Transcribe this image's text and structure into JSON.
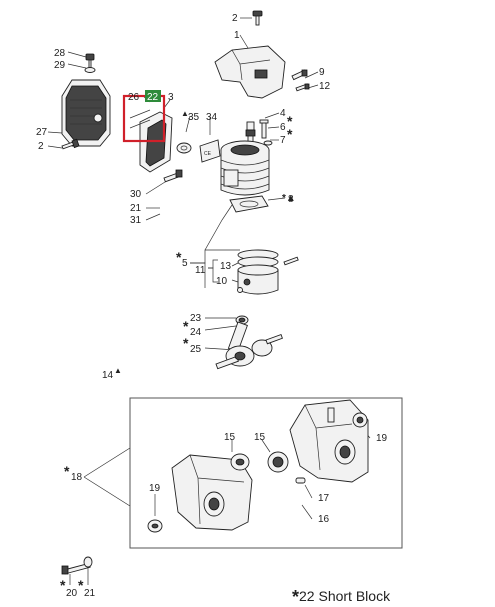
{
  "labels": [
    {
      "text": "2",
      "mark": "",
      "id": "c2-top"
    },
    {
      "text": "1",
      "mark": "",
      "id": "c1"
    },
    {
      "text": "28",
      "mark": "",
      "id": "c28"
    },
    {
      "text": "29",
      "mark": "",
      "id": "c29"
    },
    {
      "text": "9",
      "mark": "",
      "id": "c9"
    },
    {
      "text": "12",
      "mark": "",
      "id": "c12"
    },
    {
      "text": "26",
      "mark": "",
      "id": "c26"
    },
    {
      "text": "22",
      "mark": "",
      "id": "c22"
    },
    {
      "text": "3",
      "mark": "",
      "id": "c3"
    },
    {
      "text": "35",
      "mark": "▲",
      "id": "c35"
    },
    {
      "text": "34",
      "mark": "",
      "id": "c34"
    },
    {
      "text": "4",
      "mark": "",
      "id": "c4"
    },
    {
      "text": "6",
      "mark": "*",
      "id": "c6"
    },
    {
      "text": "7",
      "mark": "*",
      "id": "c7"
    },
    {
      "text": "27",
      "mark": "",
      "id": "c27"
    },
    {
      "text": "2",
      "mark": "",
      "id": "c2-left"
    },
    {
      "text": "8",
      "mark": "*▲",
      "id": "c8"
    },
    {
      "text": "30",
      "mark": "",
      "id": "c30"
    },
    {
      "text": "21",
      "mark": "",
      "id": "c21"
    },
    {
      "text": "31",
      "mark": "",
      "id": "c31"
    },
    {
      "text": "5",
      "mark": "*",
      "id": "c5"
    },
    {
      "text": "13",
      "mark": "",
      "id": "c13"
    },
    {
      "text": "11",
      "mark": "",
      "id": "c11"
    },
    {
      "text": "10",
      "mark": "",
      "id": "c10"
    },
    {
      "text": "23",
      "mark": "",
      "id": "c23"
    },
    {
      "text": "24",
      "mark": "*",
      "id": "c24"
    },
    {
      "text": "25",
      "mark": "*",
      "id": "c25"
    },
    {
      "text": "14",
      "mark": "▲",
      "id": "c14"
    },
    {
      "text": "15",
      "mark": "",
      "id": "c15a"
    },
    {
      "text": "15",
      "mark": "",
      "id": "c15b"
    },
    {
      "text": "19",
      "mark": "",
      "id": "c19a"
    },
    {
      "text": "18",
      "mark": "*",
      "id": "c18"
    },
    {
      "text": "19",
      "mark": "",
      "id": "c19b"
    },
    {
      "text": "17",
      "mark": "",
      "id": "c17"
    },
    {
      "text": "16",
      "mark": "",
      "id": "c16"
    },
    {
      "text": "20",
      "mark": "*",
      "id": "c20"
    },
    {
      "text": "21",
      "mark": "*",
      "id": "c21b"
    }
  ],
  "highlight": {
    "part_number": "22",
    "color": "#d0202a",
    "badge_color": "#2e8b3a"
  },
  "footer": {
    "mark": "*",
    "text": "22 Short Block"
  }
}
